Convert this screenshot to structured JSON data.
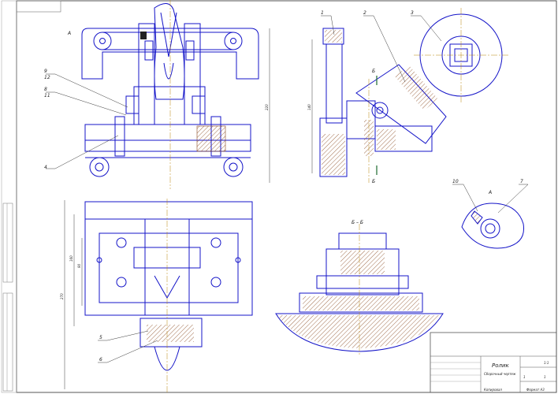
{
  "drawing": {
    "part_labels": [
      "1",
      "2",
      "3",
      "4",
      "5",
      "6",
      "7",
      "9",
      "10",
      "12",
      "8",
      "11"
    ],
    "view_labels": {
      "arrow": "А",
      "detail": "А",
      "section": "Б – Б",
      "cut_top": "Б",
      "cut_bottom": "Б"
    },
    "dimensions": {
      "front_height": "220",
      "side_height": "140",
      "plan_height": "270",
      "plan_inner1": "160",
      "plan_inner2": "90"
    },
    "title_block": {
      "name": "Ролик",
      "subtitle": "Сборочный чертеж",
      "sheet": "1",
      "sheets": "1",
      "scale": "1:1",
      "format": "Формат А3",
      "copied": "Копировал"
    },
    "colors": {
      "outline": "#1414c8",
      "hatch": "#8a4a22",
      "center": "#b8860b",
      "thin": "#3a3a3a"
    }
  }
}
